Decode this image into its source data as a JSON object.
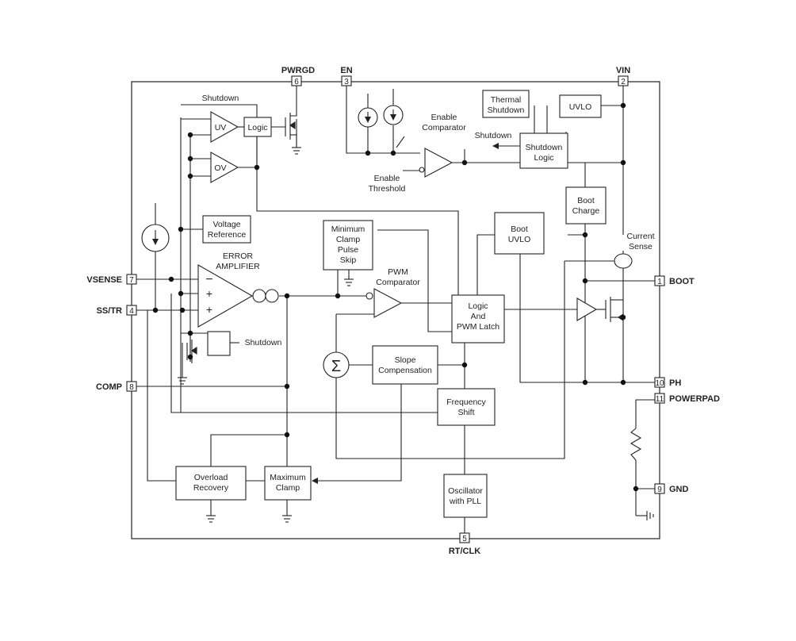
{
  "pins": {
    "pwrgd": {
      "name": "PWRGD",
      "num": "6"
    },
    "en": {
      "name": "EN",
      "num": "3"
    },
    "vin": {
      "name": "VIN",
      "num": "2"
    },
    "vsense": {
      "name": "VSENSE",
      "num": "7"
    },
    "sstr": {
      "name": "SS/TR",
      "num": "4"
    },
    "comp": {
      "name": "COMP",
      "num": "8"
    },
    "boot": {
      "name": "BOOT",
      "num": "1"
    },
    "ph": {
      "name": "PH",
      "num": "10"
    },
    "powerpad": {
      "name": "POWERPAD",
      "num": "11"
    },
    "gnd": {
      "name": "GND",
      "num": "9"
    },
    "rtclk": {
      "name": "RT/CLK",
      "num": "5"
    }
  },
  "blocks": {
    "logic": "Logic",
    "uv": "UV",
    "ov": "OV",
    "voltage_reference": [
      "Voltage",
      "Reference"
    ],
    "thermal_shutdown": [
      "Thermal",
      "Shutdown"
    ],
    "uvlo": "UVLO",
    "shutdown_logic": [
      "Shutdown",
      "Logic"
    ],
    "boot_charge": [
      "Boot",
      "Charge"
    ],
    "boot_uvlo": [
      "Boot",
      "UVLO"
    ],
    "min_clamp": [
      "Minimum",
      "Clamp",
      "Pulse",
      "Skip"
    ],
    "logic_pwm_latch": [
      "Logic",
      "And",
      "PWM Latch"
    ],
    "slope_comp": [
      "Slope",
      "Compensation"
    ],
    "frequency_shift": [
      "Frequency",
      "Shift"
    ],
    "oscillator": [
      "Oscillator",
      "with PLL"
    ],
    "overload_recovery": [
      "Overload",
      "Recovery"
    ],
    "maximum_clamp": [
      "Maximum",
      "Clamp"
    ]
  },
  "labels": {
    "shutdown_top": "Shutdown",
    "enable_comparator": [
      "Enable",
      "Comparator"
    ],
    "shutdown_arrow": "Shutdown",
    "enable_threshold": [
      "Enable",
      "Threshold"
    ],
    "error_amplifier": [
      "ERROR",
      "AMPLIFIER"
    ],
    "pwm_comparator": [
      "PWM",
      "Comparator"
    ],
    "current_sense": [
      "Current",
      "Sense"
    ],
    "shutdown_ss": "Shutdown",
    "minus": "−",
    "plus": "+",
    "sigma": "Σ"
  }
}
